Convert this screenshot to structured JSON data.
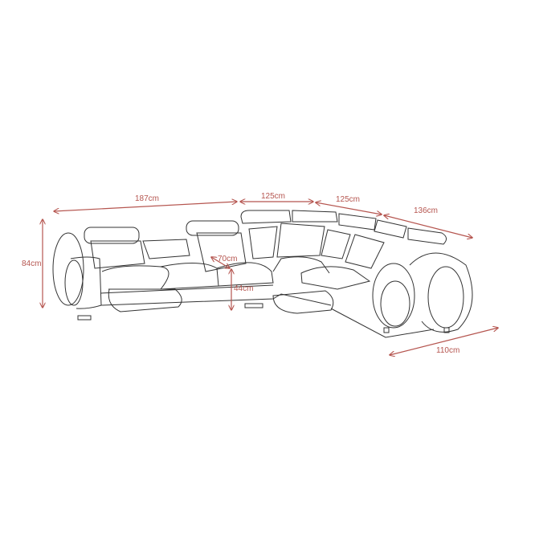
{
  "diagram": {
    "subject": "sectional-sofa-dimensions",
    "accent_color": "#b5554f",
    "dimensions": {
      "left_section_width": "187cm",
      "corner_width_a": "125cm",
      "corner_width_b": "125cm",
      "right_section_width": "136cm",
      "overall_height": "84cm",
      "seat_depth": "70cm",
      "seat_height": "44cm",
      "right_depth": "110cm"
    }
  }
}
